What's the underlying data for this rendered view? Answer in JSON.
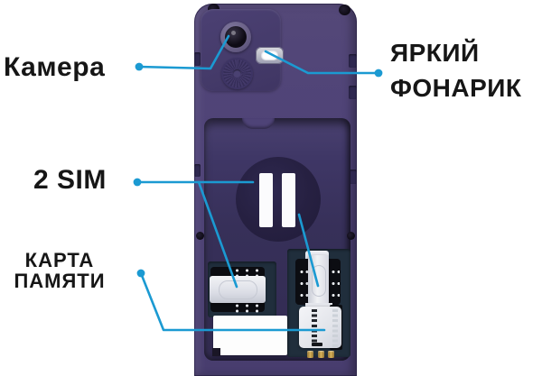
{
  "labels": {
    "camera": "Камера",
    "flashlight_line1": "ЯРКИЙ",
    "flashlight_line2": "ФОНАРИК",
    "dual_sim": "2 SIM",
    "memory_card_line1": "КАРТА",
    "memory_card_line2": "ПАМЯТИ"
  },
  "colors": {
    "callout_blue": "#1b9ad2",
    "phone_body": "#4e4277",
    "phone_interior": "#37305a",
    "circle_badge": "#262041",
    "panel_dark": "#202e3c",
    "label_text": "#161616",
    "background": "#ffffff"
  },
  "phone": {
    "features": [
      {
        "name": "camera-lens"
      },
      {
        "name": "speaker-grille"
      },
      {
        "name": "flashlight"
      },
      {
        "name": "dual-sim-badge"
      },
      {
        "name": "sim-slot-1"
      },
      {
        "name": "sim-slot-2"
      },
      {
        "name": "memory-card-slot"
      },
      {
        "name": "battery-sticker"
      }
    ]
  }
}
